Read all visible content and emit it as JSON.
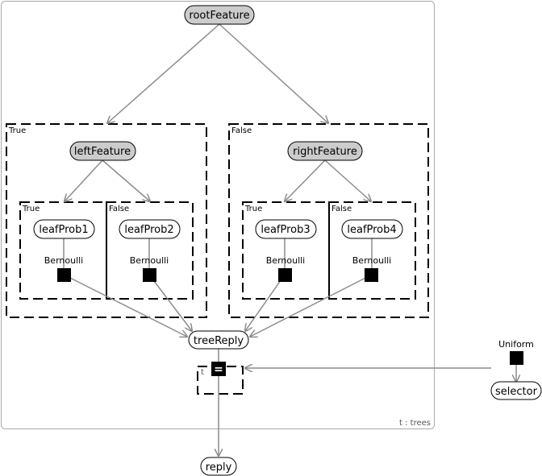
{
  "nodes": {
    "root": "rootFeature",
    "left": "leftFeature",
    "right": "rightFeature",
    "leaf1": "leafProb1",
    "leaf2": "leafProb2",
    "leaf3": "leafProb3",
    "leaf4": "leafProb4",
    "treeReply": "treeReply",
    "selector": "selector",
    "reply": "reply"
  },
  "factors": {
    "bernoulli": "Bernoulli",
    "uniform": "Uniform",
    "equals": "="
  },
  "gates": {
    "true": "True",
    "false": "False"
  },
  "plate": {
    "inner": "t",
    "outer": "t : trees"
  },
  "colors": {
    "shaded_node": "#cccccc",
    "observed_node": "#ffffff",
    "edge": "#8c8c8c",
    "factor": "#000000"
  }
}
